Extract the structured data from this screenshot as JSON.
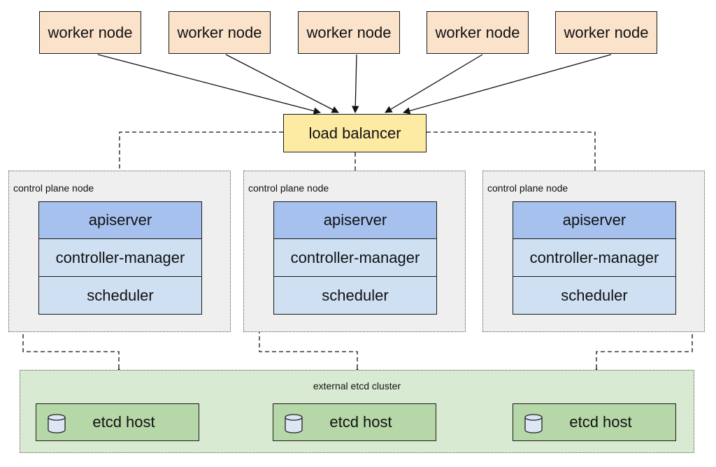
{
  "workers": [
    "worker node",
    "worker node",
    "worker node",
    "worker node",
    "worker node"
  ],
  "load_balancer": "load balancer",
  "control_planes": [
    {
      "label": "control plane node",
      "apiserver": "apiserver",
      "controller_manager": "controller-manager",
      "scheduler": "scheduler"
    },
    {
      "label": "control plane node",
      "apiserver": "apiserver",
      "controller_manager": "controller-manager",
      "scheduler": "scheduler"
    },
    {
      "label": "control plane node",
      "apiserver": "apiserver",
      "controller_manager": "controller-manager",
      "scheduler": "scheduler"
    }
  ],
  "etcd_cluster": {
    "label": "external etcd cluster",
    "hosts": [
      "etcd host",
      "etcd host",
      "etcd host"
    ]
  },
  "icons": {
    "etcd_host": "database-cylinder-icon"
  },
  "colors": {
    "worker": "#fbe3cb",
    "load_balancer": "#fdeba4",
    "control_plane_bg": "#efefef",
    "apiserver": "#a6c1ee",
    "component": "#cfe0f3",
    "etcd_cluster_bg": "#d9ead3",
    "etcd_host": "#b6d7a8"
  }
}
